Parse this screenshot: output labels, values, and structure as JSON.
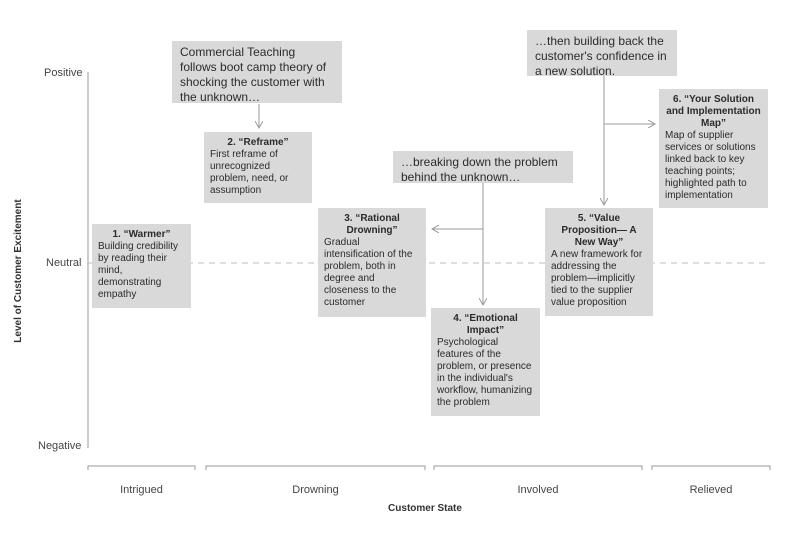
{
  "y_axis": {
    "title": "Level of Customer Excitement",
    "positive": "Positive",
    "neutral": "Neutral",
    "negative": "Negative"
  },
  "x_axis": {
    "title": "Customer State",
    "states": [
      "Intrigued",
      "Drowning",
      "Involved",
      "Relieved"
    ]
  },
  "callouts": {
    "top_left": "Commercial Teaching follows boot camp theory of shocking the customer with the unknown…",
    "middle": "…breaking down the problem behind the unknown…",
    "top_right": "…then building back the customer's confidence in a new solution."
  },
  "steps": [
    {
      "title": "1. “Warmer”",
      "body": "Building credibility by reading their mind, demonstrating empathy"
    },
    {
      "title": "2. “Reframe”",
      "body": "First reframe of unrecognized problem, need, or assumption"
    },
    {
      "title": "3. “Rational Drowning”",
      "body": "Gradual intensification of the problem, both in degree and closeness to the customer"
    },
    {
      "title": "4. “Emotional Impact”",
      "body": "Psychological features of the problem, or presence in the individual's workflow, humanizing the problem"
    },
    {
      "title": "5. “Value Proposition— A New Way”",
      "body": "A new framework for addressing the problem—implicitly tied to the supplier value proposition"
    },
    {
      "title": "6. “Your Solution and Implementation Map”",
      "body": "Map of supplier services or solutions linked back to key teaching points; highlighted path to implementation"
    }
  ]
}
